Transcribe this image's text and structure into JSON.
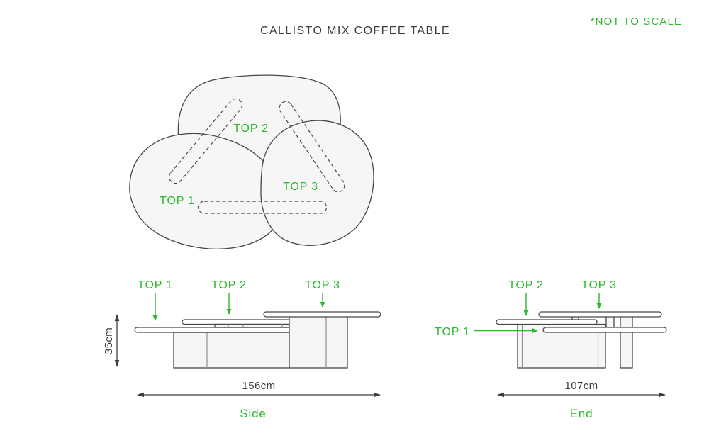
{
  "title": "CALLISTO MIX COFFEE TABLE",
  "scale_note": "*NOT TO SCALE",
  "colors": {
    "green": "#2cb72c",
    "ink": "#3d3d3d",
    "line": "#474747",
    "divider": "#8f8f8f",
    "shapefill": "#f6f6f6",
    "topfill": "#ffffff",
    "bg": "#ffffff"
  },
  "top_view": {
    "top1": "TOP 1",
    "top2": "TOP 2",
    "top3": "TOP 3"
  },
  "side_view": {
    "top1": "TOP 1",
    "top2": "TOP 2",
    "top3": "TOP 3",
    "height_dim": "35cm",
    "width_dim": "156cm",
    "caption": "Side"
  },
  "end_view": {
    "top1": "TOP 1",
    "top2": "TOP 2",
    "top3": "TOP 3",
    "width_dim": "107cm",
    "caption": "End"
  }
}
